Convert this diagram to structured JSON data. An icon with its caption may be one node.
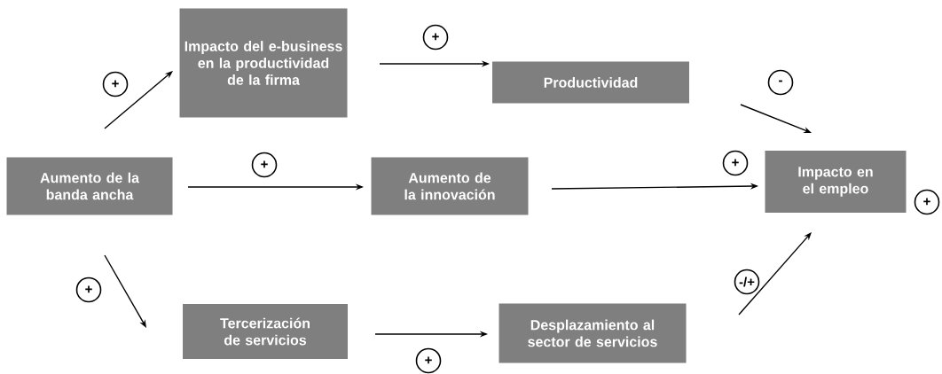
{
  "diagram": {
    "nodes": [
      {
        "text": [
          "Aumento de la banda ancha"
        ]
      },
      {
        "text": [
          "Impacto del e-business en la productividad de la firma"
        ]
      },
      {
        "text": [
          "Productividad"
        ]
      },
      {
        "text": [
          "Aumento de la innovación"
        ]
      },
      {
        "text": [
          "Impacto en el empleo"
        ],
        "beside": [
          "+"
        ]
      },
      {
        "text": [
          "Tercerización de servicios"
        ]
      },
      {
        "text": [
          "Desplazamiento al sector de servicios"
        ]
      }
    ],
    "edges": [
      {
        "from": 0,
        "to": 1,
        "arrow": "to",
        "label": "+"
      },
      {
        "from": 1,
        "to": 2,
        "arrow": "to",
        "label": "+"
      },
      {
        "from": 2,
        "to": 4,
        "arrow": "to",
        "label": "-"
      },
      {
        "from": 0,
        "to": 3,
        "arrow": "to",
        "label": "+"
      },
      {
        "from": 3,
        "to": 4,
        "arrow": "to",
        "label": "+"
      },
      {
        "from": 0,
        "to": 5,
        "arrow": "to",
        "label": "+"
      },
      {
        "from": 5,
        "to": 6,
        "arrow": "to",
        "label": "+"
      },
      {
        "from": 6,
        "to": 4,
        "arrow": "to",
        "label": "-/+"
      }
    ]
  }
}
